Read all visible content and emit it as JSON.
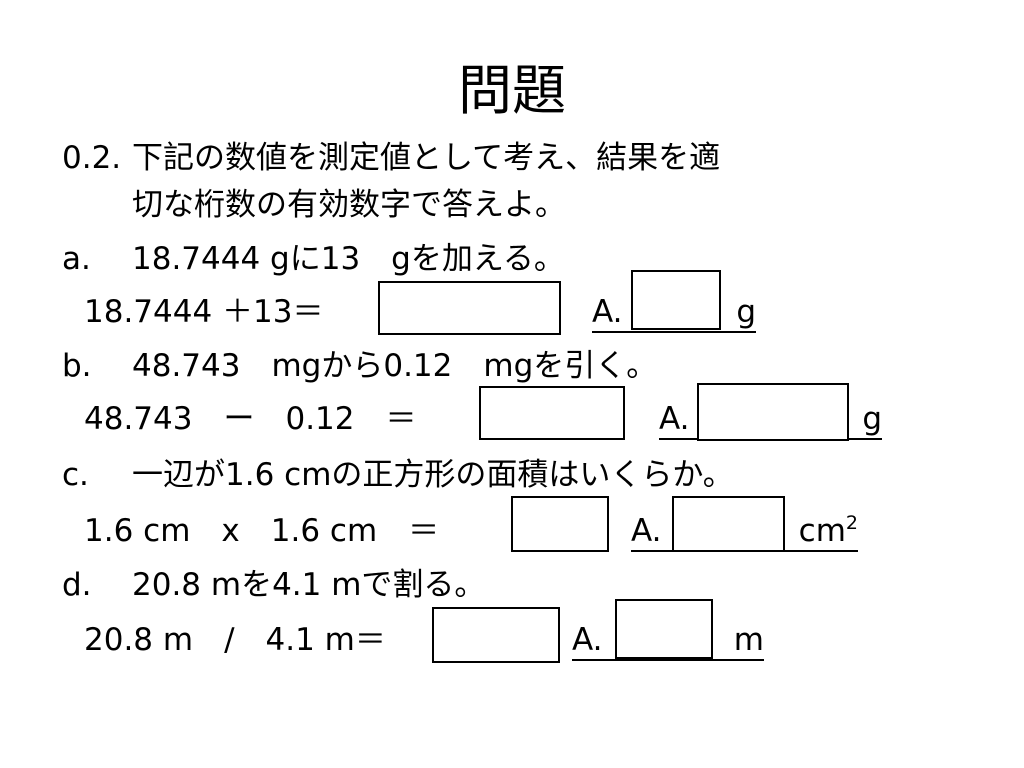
{
  "title": "問題",
  "problem": {
    "number": "0.2.",
    "line1": "下記の数値を測定値として考え、結果を適",
    "line2": "切な桁数の有効数字で答えよ。"
  },
  "items": [
    {
      "marker": "a.",
      "question": "18.7444 gに13　gを加える。",
      "expression": "18.7444 ＋13＝",
      "answer_label": "A.",
      "unit": "g"
    },
    {
      "marker": "b.",
      "question": "48.743　mgから0.12　mgを引く。",
      "expression": "48.743　ー　0.12　＝",
      "answer_label": "A.",
      "unit": "g"
    },
    {
      "marker": "c.",
      "question": "一辺が1.6 cmの正方形の面積はいくらか。",
      "expression": "1.6 cm　x　1.6 cm　＝",
      "answer_label": "A.",
      "unit": "cm",
      "unit_sup": "2"
    },
    {
      "marker": "d.",
      "question": "20.8 mを4.1 mで割る。",
      "expression": "20.8 m　/　4.1 m＝",
      "answer_label": "A.",
      "unit": "m"
    }
  ]
}
